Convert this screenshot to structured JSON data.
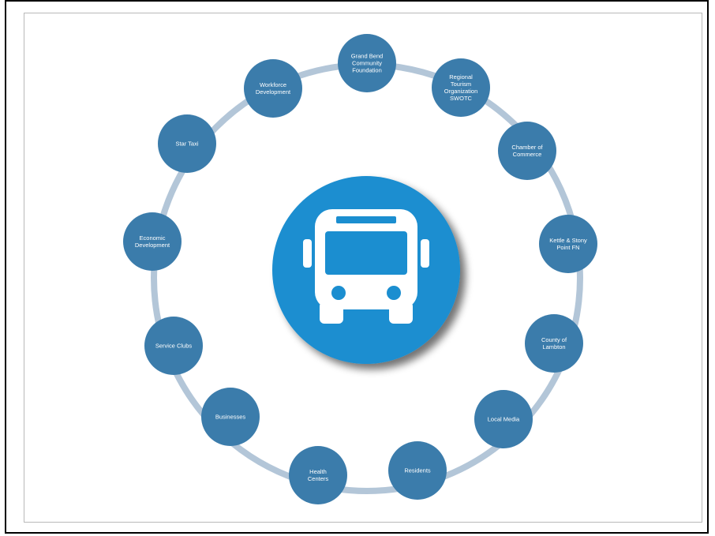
{
  "diagram": {
    "hub_icon": "bus-icon",
    "colors": {
      "node": "#3b7cab",
      "ring": "#b3c6d8",
      "hub": "#1b8ed0",
      "icon": "#ffffff"
    },
    "nodes": [
      {
        "id": "grand-bend",
        "lines": [
          "Grand Bend",
          "Community",
          "Foundation"
        ]
      },
      {
        "id": "regional-tourism",
        "lines": [
          "Regional",
          "Tourism",
          "Organization",
          "SWOTC"
        ]
      },
      {
        "id": "chamber-of-commerce",
        "lines": [
          "Chamber of",
          "Commerce"
        ]
      },
      {
        "id": "kettle-stony-point",
        "lines": [
          "Kettle & Stony",
          "Point FN"
        ]
      },
      {
        "id": "county-of-lambton",
        "lines": [
          "County of",
          "Lambton"
        ]
      },
      {
        "id": "local-media",
        "lines": [
          "Local Media"
        ]
      },
      {
        "id": "residents",
        "lines": [
          "Residents"
        ]
      },
      {
        "id": "health-centers",
        "lines": [
          "Health",
          "Centers"
        ]
      },
      {
        "id": "businesses",
        "lines": [
          "Businesses"
        ]
      },
      {
        "id": "service-clubs",
        "lines": [
          "Service Clubs"
        ]
      },
      {
        "id": "economic-development",
        "lines": [
          "Economic",
          "Development"
        ]
      },
      {
        "id": "star-taxi",
        "lines": [
          "Star Taxi"
        ]
      },
      {
        "id": "workforce-development",
        "lines": [
          "Workforce",
          "Development"
        ]
      }
    ]
  }
}
